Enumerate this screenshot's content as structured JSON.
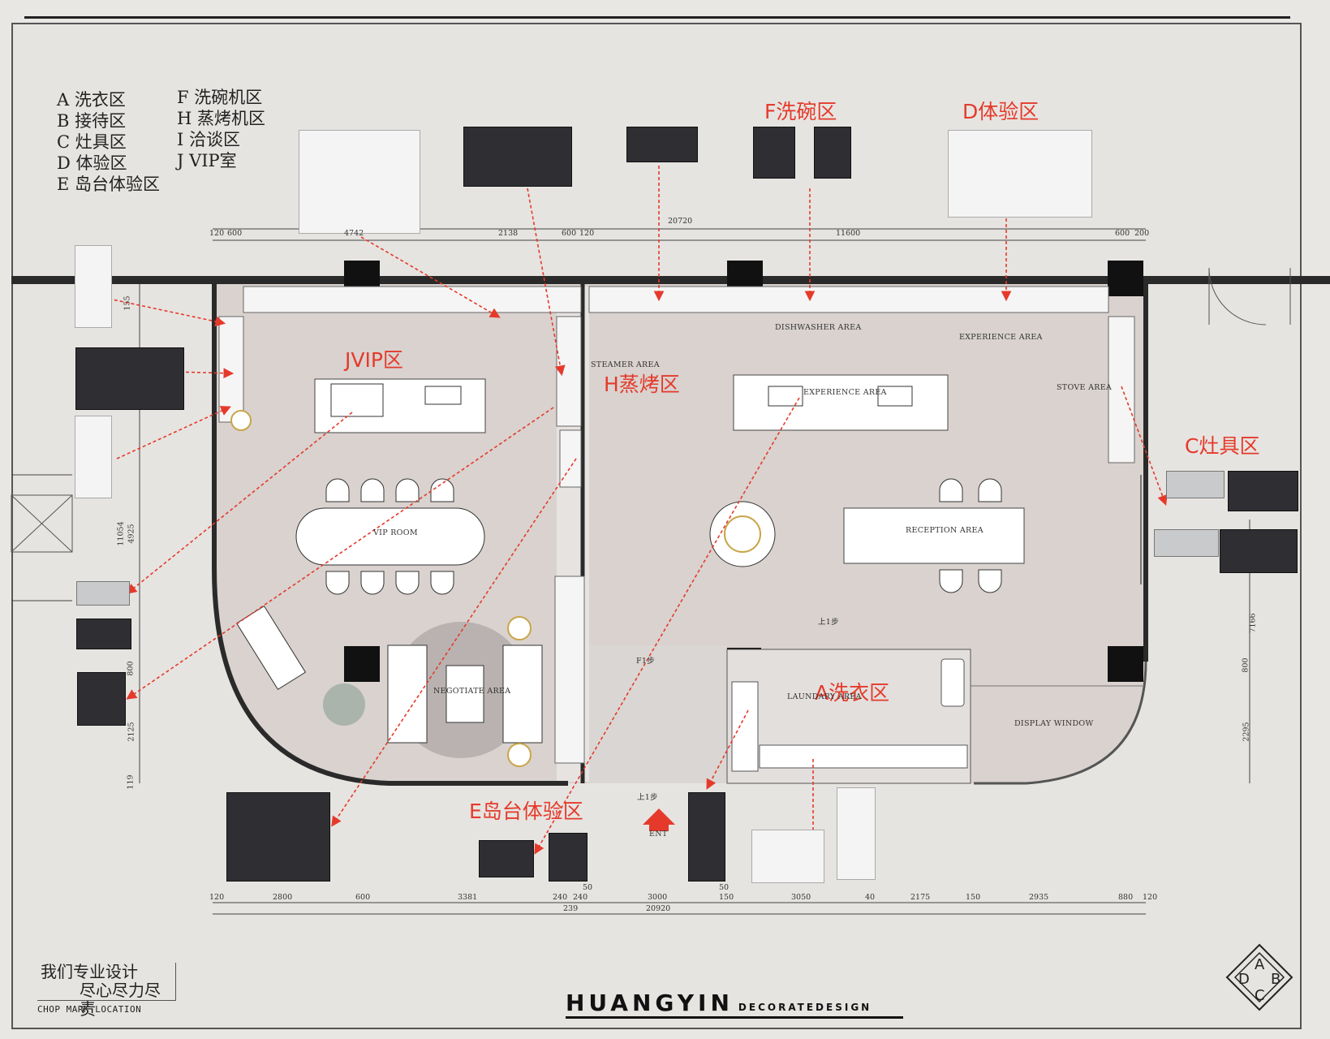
{
  "legend": {
    "col1": [
      "A  洗衣区",
      "B  接待区",
      "C  灶具区",
      "D  体验区",
      "E  岛台体验区"
    ],
    "col2": [
      "F  洗碗机区",
      "H  蒸烤机区",
      "I  洽谈区",
      "J  VIP室"
    ]
  },
  "zones": {
    "f": "F洗碗区",
    "d": "D体验区",
    "jvip": "JVIP区",
    "h": "H蒸烤区",
    "c": "C灶具区",
    "a": "A洗衣区",
    "e": "E岛台体验区"
  },
  "areas": {
    "dishwasher": "DISHWASHER AREA",
    "experience_top": "EXPERIENCE AREA",
    "steamer": "STEAMER AREA",
    "experience_island": "EXPERIENCE AREA",
    "stove": "STOVE AREA",
    "vip": "VIP ROOM",
    "reception": "RECEPTION AREA",
    "negotiate": "NEGOTIATE AREA",
    "laundry": "LAUNDARY AREA",
    "display": "DISPLAY WINDOW",
    "ent": "ENT",
    "up1": "上1步",
    "up2": "上1步",
    "f1": "F1步"
  },
  "dims_top": {
    "d120a": "120",
    "d600a": "600",
    "d4742": "4742",
    "d2138": "2138",
    "d600b": "600",
    "d120b": "120",
    "d20720": "20720",
    "d11600": "11600",
    "d600c": "600",
    "d200": "200"
  },
  "dims_bottom": {
    "d120a": "120",
    "d2800": "2800",
    "d600": "600",
    "d3381": "3381",
    "d240a": "240",
    "d240b": "240",
    "d50a": "50",
    "d239": "239",
    "d3000": "3000",
    "d50b": "50",
    "d150": "150",
    "d3050": "3050",
    "d40": "40",
    "d2175": "2175",
    "d150b": "150",
    "d2935": "2935",
    "d880": "880",
    "d120b": "120",
    "d20920": "20920"
  },
  "dims_left": {
    "d155": "155",
    "d4925": "4925",
    "d11054": "11054",
    "d800": "800",
    "d2125": "2125",
    "d119": "119"
  },
  "dims_right": {
    "d7166": "7166",
    "d800": "800",
    "d2295": "2295"
  },
  "stamp": {
    "line1": "我们专业设计",
    "line2": "尽心尽力尽责",
    "caption": "CHOP MARK LOCATION"
  },
  "brand": {
    "main": "HUANGYIN",
    "sub": "DECORATEDESIGN"
  },
  "logo": {
    "a": "A",
    "b": "B",
    "c": "C",
    "d": "D"
  },
  "colors": {
    "zone_red": "#e53a2b",
    "wall": "#2a2a2a",
    "floor": "#d8d2cf",
    "paper": "#e6e4e1"
  }
}
